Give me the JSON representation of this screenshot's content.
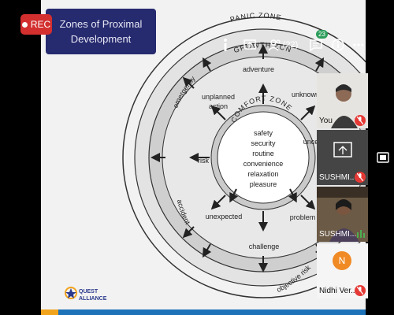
{
  "recording": {
    "label": "REC"
  },
  "toolbar": {
    "participants_count": "(22)",
    "chat_badge": "23"
  },
  "slide": {
    "title_line1": "Zones of Proximal",
    "title_line2": "Development",
    "logo_line1": "QUEST",
    "logo_line2": "ALLIANCE",
    "zones": {
      "panic": "PANIC ZONE",
      "growth": "GROWTH ZONE",
      "comfort": "COMFORT ZONE"
    },
    "comfort_items": [
      "safety",
      "security",
      "routine",
      "convenience",
      "relaxation",
      "pleasure"
    ],
    "growth_items": {
      "top": "adventure",
      "top_left_1": "unplanned",
      "top_left_2": "action",
      "top_right": "unknown",
      "left": "risk",
      "right": "uncer",
      "bottom_left": "unexpected",
      "bottom": "challenge",
      "bottom_right": "problem"
    },
    "panic_items": {
      "left_top": "emergency",
      "left_bottom": "accident",
      "bottom_right": "objective risk"
    }
  },
  "participants": [
    {
      "name": "You",
      "muted": true
    },
    {
      "name": "SUSHMI...",
      "muted": true
    },
    {
      "name": "SUSHMI...",
      "muted": false
    },
    {
      "name": "Nidhi Ver...",
      "muted": true,
      "initial": "N"
    }
  ]
}
